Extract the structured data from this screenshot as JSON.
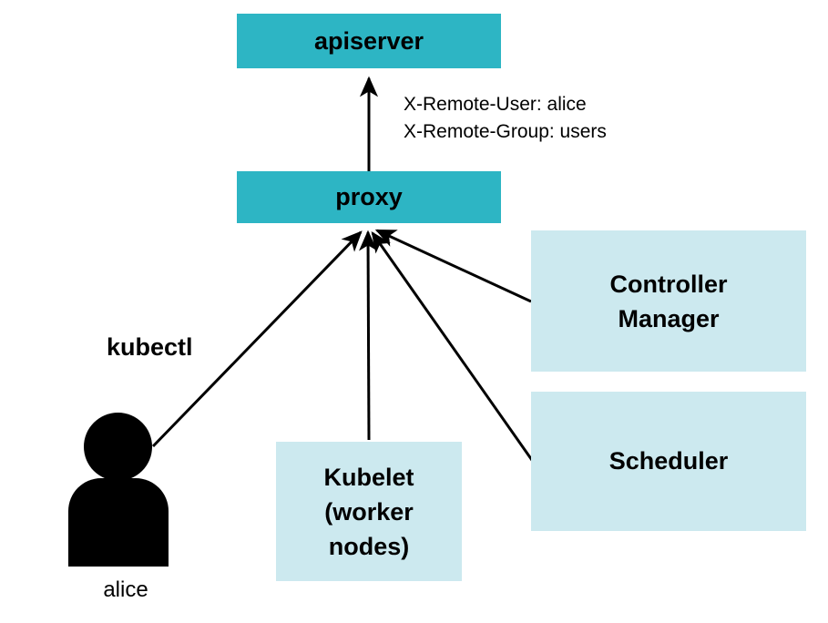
{
  "diagram": {
    "title_implicit": "authenticating proxy to apiserver",
    "colors": {
      "primary_box": "#2db5c4",
      "secondary_box": "#cce9ef",
      "ink": "#000000",
      "background": "#ffffff"
    },
    "nodes": {
      "apiserver": {
        "label": "apiserver"
      },
      "proxy": {
        "label": "proxy"
      },
      "controller_manager": {
        "label": "Controller Manager",
        "lines": [
          "Controller",
          "Manager"
        ]
      },
      "scheduler": {
        "label": "Scheduler"
      },
      "kubelet": {
        "label": "Kubelet (worker nodes)",
        "lines": [
          "Kubelet",
          "(worker",
          "nodes)"
        ]
      }
    },
    "actor": {
      "name": "alice",
      "icon": "person-silhouette-icon",
      "tool_label": "kubectl"
    },
    "request_headers": {
      "line1": "X-Remote-User: alice",
      "line2": "X-Remote-Group: users"
    },
    "edges": [
      {
        "from": "proxy",
        "to": "apiserver",
        "annotation": "X-Remote-User: alice, X-Remote-Group: users"
      },
      {
        "from": "alice-kubectl",
        "to": "proxy"
      },
      {
        "from": "kubelet",
        "to": "proxy"
      },
      {
        "from": "scheduler",
        "to": "proxy"
      },
      {
        "from": "controller_manager",
        "to": "proxy"
      }
    ]
  }
}
